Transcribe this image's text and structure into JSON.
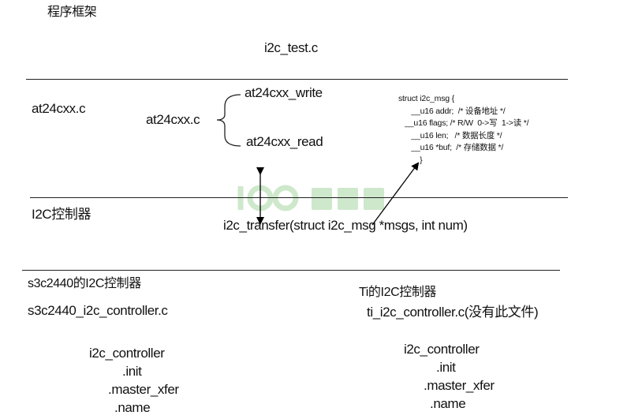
{
  "title": "程序框架",
  "app_layer": {
    "file": "i2c_test.c"
  },
  "device_layer": {
    "label": "at24cxx.c",
    "brace_label": "at24cxx.c",
    "functions": [
      "at24cxx_write",
      "at24cxx_read"
    ]
  },
  "struct_block": {
    "lines": [
      "struct i2c_msg {",
      "      __u16 addr;  /* 设备地址 */",
      "   __u16 flags; /* R/W  0->写  1->读 */",
      "      __u16 len;   /* 数据长度 */",
      "      __u16 *buf;  /* 存储数据 */",
      "          }"
    ]
  },
  "controller_layer": {
    "label": "I2C控制器",
    "transfer": "i2c_transfer(struct i2c_msg *msgs, int num)"
  },
  "left_controller": {
    "title": "s3c2440的I2C控制器",
    "file": "s3c2440_i2c_controller.c",
    "struct_name": "i2c_controller",
    "members": [
      ".init",
      ".master_xfer",
      ".name"
    ]
  },
  "right_controller": {
    "title": "Ti的I2C控制器",
    "file": "ti_i2c_controller.c(没有此文件)",
    "struct_name": "i2c_controller",
    "members": [
      ".init",
      ".master_xfer",
      ".name"
    ]
  },
  "watermark": "100 百问网",
  "colors": {
    "line": "#222222",
    "watermark": "#9ed39a"
  }
}
